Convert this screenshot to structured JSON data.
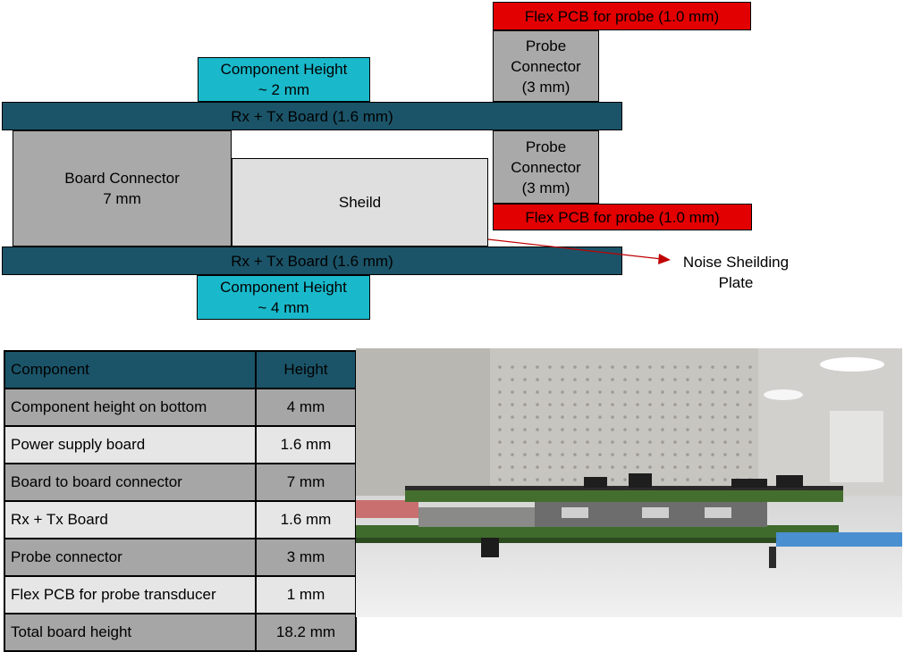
{
  "diagram": {
    "flex_top": "Flex PCB for probe (1.0 mm)",
    "probe_connector_top": "Probe\nConnector\n(3 mm)",
    "component_height_top": "Component Height\n~ 2 mm",
    "board_top": "Rx + Tx Board (1.6 mm)",
    "board_connector": "Board Connector\n7 mm",
    "shield": "Sheild",
    "probe_connector_bottom": "Probe\nConnector\n(3 mm)",
    "flex_bottom": "Flex PCB for probe (1.0 mm)",
    "board_bottom": "Rx + Tx Board (1.6 mm)",
    "component_height_bottom": "Component Height\n~ 4 mm",
    "noise_note": "Noise Sheilding\nPlate"
  },
  "colors": {
    "board": "#1b5468",
    "component": "#19b9cb",
    "connector": "#a9a9a9",
    "shield": "#dfdfdf",
    "flex": "#e30000",
    "arrow": "#c00000"
  },
  "table": {
    "headers": [
      "Component",
      "Height"
    ],
    "rows": [
      [
        "Component height on bottom",
        "4 mm"
      ],
      [
        "Power supply board",
        "1.6 mm"
      ],
      [
        "Board to board connector",
        "7 mm"
      ],
      [
        "Rx + Tx Board",
        "1.6 mm"
      ],
      [
        "Probe connector",
        "3 mm"
      ],
      [
        "Flex PCB for probe transducer",
        "1 mm"
      ],
      [
        "Total board height",
        "18.2 mm"
      ]
    ]
  }
}
